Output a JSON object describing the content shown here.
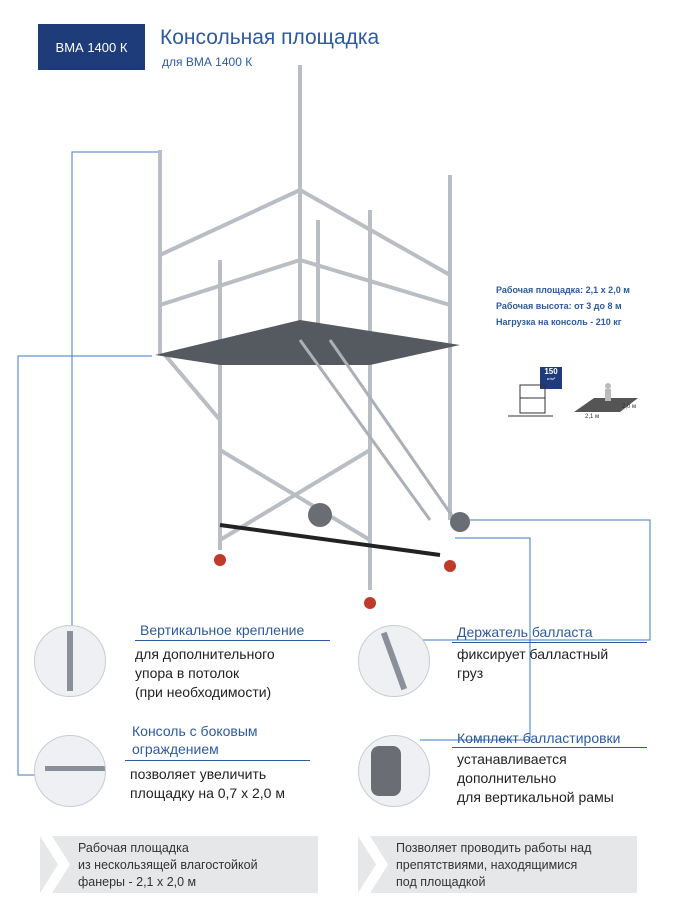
{
  "header": {
    "badge": "ВМА 1400 К",
    "title": "Консольная площадка",
    "subtitle": "для ВМА 1400 К"
  },
  "specs": [
    "Рабочая площадка: 2,1 х 2,0 м",
    "Рабочая высота: от 3 до 8 м",
    "Нагрузка на консоль - 210 кг"
  ],
  "load_badge": {
    "value": "150",
    "unit": "кг/м²"
  },
  "platform_dims": {
    "width": "2,1 м",
    "depth": "2,0 м"
  },
  "callouts": [
    {
      "title": "Вертикальное крепление",
      "text": [
        "для  дополнительного",
        "упора в потолок",
        "(при необходимости)"
      ]
    },
    {
      "title": "Консоль с боковым",
      "title2": "ограждением",
      "text": [
        "позволяет увеличить",
        "площадку на 0,7 х 2,0 м"
      ]
    },
    {
      "title": "Держатель балласта",
      "text": [
        "фиксирует балластный",
        "груз"
      ]
    },
    {
      "title": "Комплект балластировки",
      "text": [
        "устанавливается",
        "дополнительно",
        "для вертикальной рамы"
      ]
    }
  ],
  "bottom": [
    [
      "Рабочая площадка",
      "из нескользящей влагостойкой",
      "фанеры - 2,1 х 2,0 м"
    ],
    [
      "Позволяет проводить работы над",
      "препятствиями, находящимися",
      "под площадкой"
    ]
  ],
  "colors": {
    "brand": "#1f3c7a",
    "accent": "#2d5aa0"
  }
}
